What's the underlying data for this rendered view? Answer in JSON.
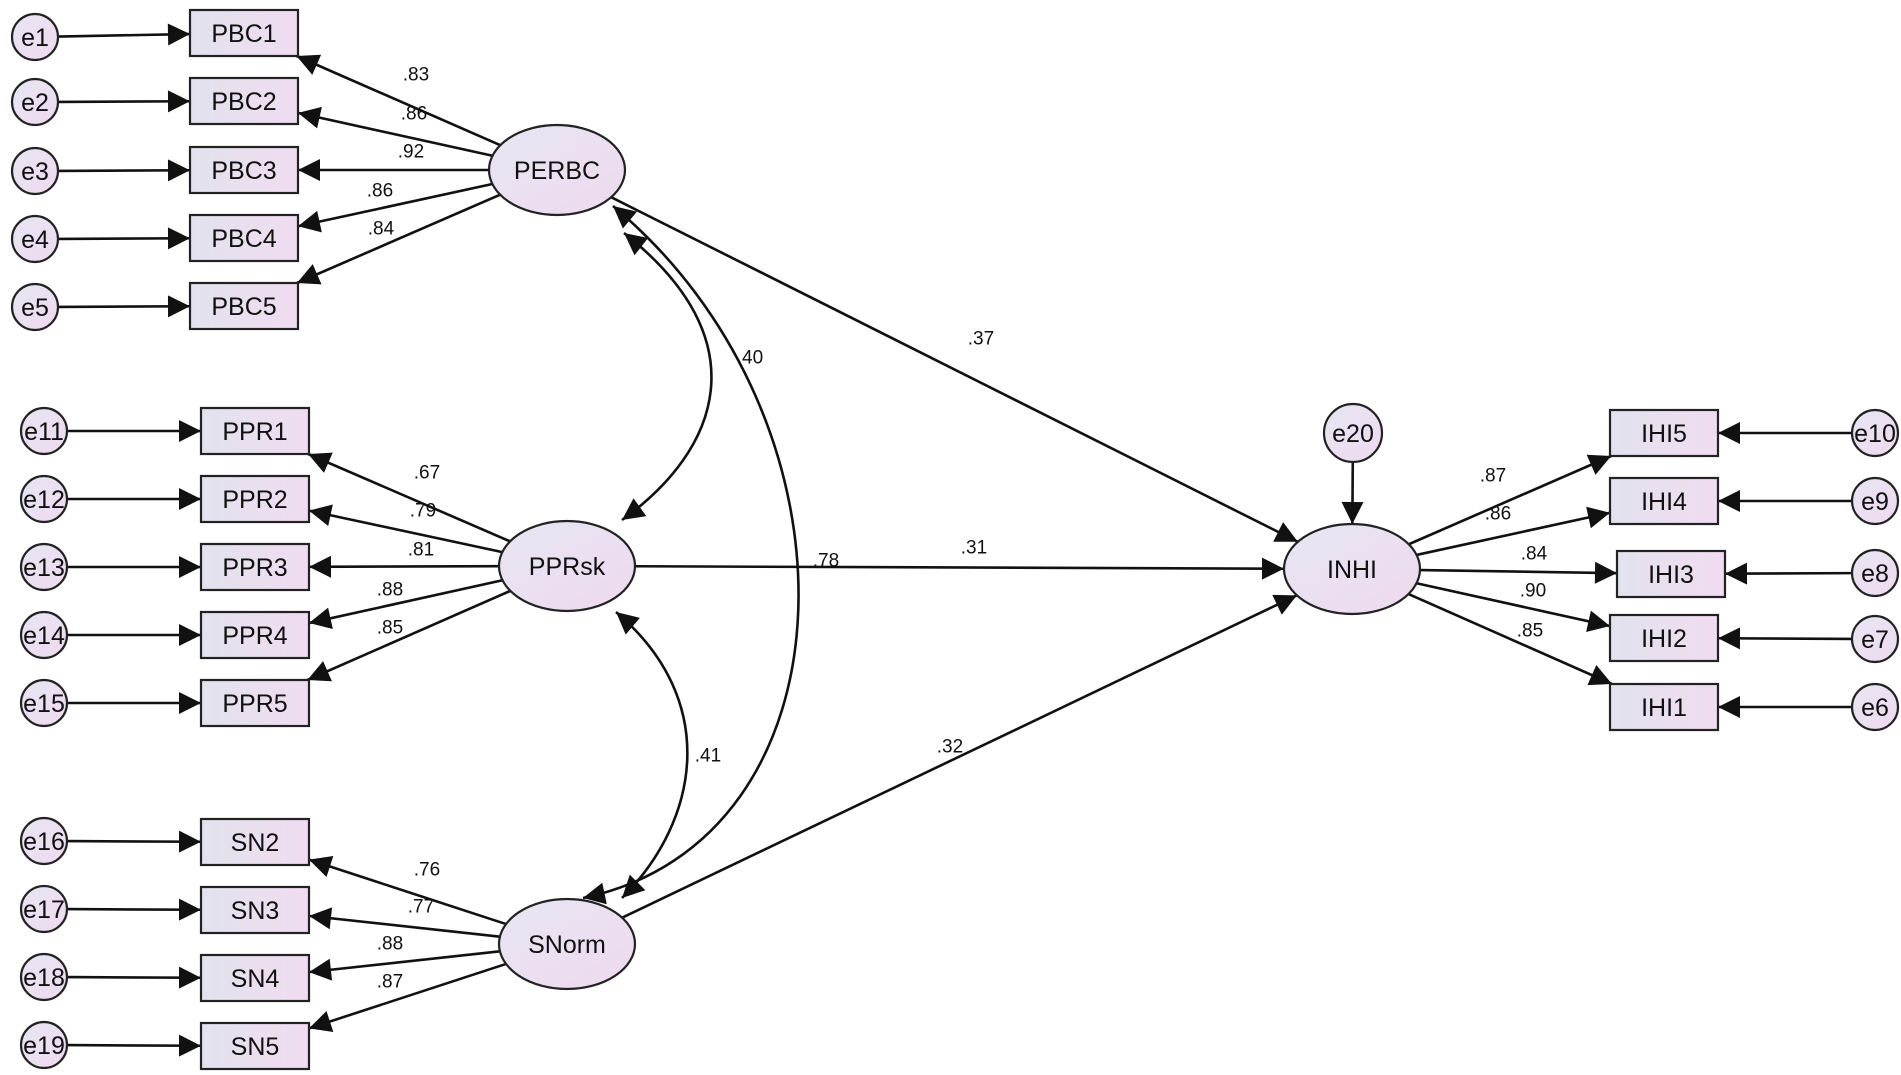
{
  "latents": [
    {
      "id": "PERBC",
      "label": "PERBC"
    },
    {
      "id": "PPRsk",
      "label": "PPRsk"
    },
    {
      "id": "SNorm",
      "label": "SNorm"
    },
    {
      "id": "INHI",
      "label": "INHI"
    }
  ],
  "indicators": [
    {
      "id": "PBC1",
      "label": "PBC1",
      "error": "e1",
      "latent": "PERBC",
      "loading": ".83"
    },
    {
      "id": "PBC2",
      "label": "PBC2",
      "error": "e2",
      "latent": "PERBC",
      "loading": ".86"
    },
    {
      "id": "PBC3",
      "label": "PBC3",
      "error": "e3",
      "latent": "PERBC",
      "loading": ".92"
    },
    {
      "id": "PBC4",
      "label": "PBC4",
      "error": "e4",
      "latent": "PERBC",
      "loading": ".86"
    },
    {
      "id": "PBC5",
      "label": "PBC5",
      "error": "e5",
      "latent": "PERBC",
      "loading": ".84"
    },
    {
      "id": "PPR1",
      "label": "PPR1",
      "error": "e11",
      "latent": "PPRsk",
      "loading": ".67"
    },
    {
      "id": "PPR2",
      "label": "PPR2",
      "error": "e12",
      "latent": "PPRsk",
      "loading": ".79"
    },
    {
      "id": "PPR3",
      "label": "PPR3",
      "error": "e13",
      "latent": "PPRsk",
      "loading": ".81"
    },
    {
      "id": "PPR4",
      "label": "PPR4",
      "error": "e14",
      "latent": "PPRsk",
      "loading": ".88"
    },
    {
      "id": "PPR5",
      "label": "PPR5",
      "error": "e15",
      "latent": "PPRsk",
      "loading": ".85"
    },
    {
      "id": "SN2",
      "label": "SN2",
      "error": "e16",
      "latent": "SNorm",
      "loading": ".76"
    },
    {
      "id": "SN3",
      "label": "SN3",
      "error": "e17",
      "latent": "SNorm",
      "loading": ".77"
    },
    {
      "id": "SN4",
      "label": "SN4",
      "error": "e18",
      "latent": "SNorm",
      "loading": ".88"
    },
    {
      "id": "SN5",
      "label": "SN5",
      "error": "e19",
      "latent": "SNorm",
      "loading": ".87"
    },
    {
      "id": "IHI5",
      "label": "IHI5",
      "error": "e10",
      "latent": "INHI",
      "loading": ".87"
    },
    {
      "id": "IHI4",
      "label": "IHI4",
      "error": "e9",
      "latent": "INHI",
      "loading": ".86"
    },
    {
      "id": "IHI3",
      "label": "IHI3",
      "error": "e8",
      "latent": "INHI",
      "loading": ".84"
    },
    {
      "id": "IHI2",
      "label": "IHI2",
      "error": "e7",
      "latent": "INHI",
      "loading": ".90"
    },
    {
      "id": "IHI1",
      "label": "IHI1",
      "error": "e6",
      "latent": "INHI",
      "loading": ".85"
    }
  ],
  "structural_error": {
    "id": "e20",
    "label": "e20",
    "target": "INHI"
  },
  "paths": [
    {
      "from": "PERBC",
      "to": "INHI",
      "coef": ".37"
    },
    {
      "from": "PPRsk",
      "to": "INHI",
      "coef": ".31"
    },
    {
      "from": "SNorm",
      "to": "INHI",
      "coef": ".32"
    }
  ],
  "covariances": [
    {
      "a": "PERBC",
      "b": "PPRsk",
      "coef": ".40"
    },
    {
      "a": "PERBC",
      "b": "SNorm",
      "coef": ".78"
    },
    {
      "a": "PPRsk",
      "b": "SNorm",
      "coef": ".41"
    }
  ],
  "colors": {
    "box_fill": "#e8e4f2",
    "ellipse_fill": "#e8e2f4",
    "stroke": "#111111"
  }
}
